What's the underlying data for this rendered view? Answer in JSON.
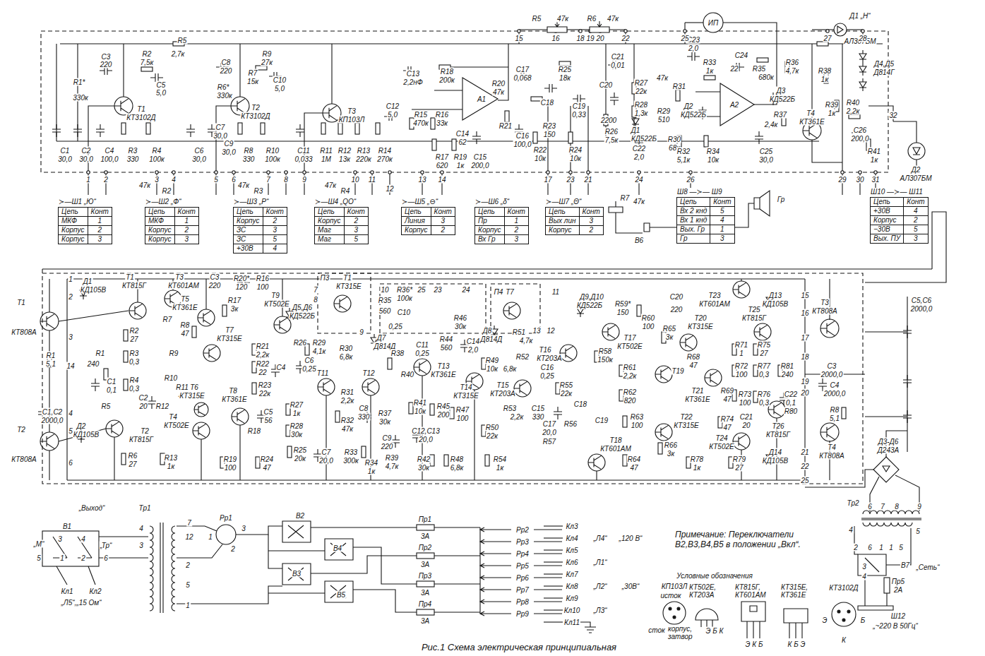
{
  "diagram": {
    "caption": "Рис.1 Схема электрическая принципиальная",
    "nodes": [
      {
        "text": [
          "≻—Ш1 „Ю“",
          "Цепь",
          "Конт",
          "МКФ",
          "1",
          "Корпус",
          "2",
          "Корпус",
          "3"
        ]
      },
      {
        "text": [
          "≻—Ш2 „Ф“",
          "Цепь",
          "Конт",
          "МКФ",
          "1",
          "Корпус",
          "2",
          "Корпус",
          "3"
        ]
      },
      {
        "text": [
          "≻—Ш3 „Р“",
          "Цепь",
          "Конт",
          "Корпус",
          "2",
          "ЗС",
          "3",
          "ЗС",
          "5",
          "+30В",
          "4"
        ]
      },
      {
        "text": [
          "≻—Ш4 „QO“",
          "Цепь",
          "Конт",
          "Корпус",
          "2",
          "Маг",
          "3",
          "Маг",
          "5"
        ]
      },
      {
        "text": [
          "≻—Ш5 „⊖“",
          "Цепь",
          "Конт",
          "Линия",
          "3",
          "Корпус",
          "2"
        ]
      },
      {
        "text": [
          "≻—Ш6 „δ“",
          "Цепь",
          "Конт",
          "Пр",
          "1",
          "Корпус",
          "2",
          "Вх Гр",
          "3"
        ]
      },
      {
        "text": [
          "≻—Ш7 „Θ“",
          "Цепь",
          "Конт",
          "Вых лин",
          "3",
          "Корпус",
          "2"
        ]
      },
      {
        "text": [
          "Ш8 —≻— Ш9",
          "Цепь",
          "Конт",
          "Вх 2 кнд",
          "5",
          "Вх 1 кнд",
          "4",
          "Вых. Гр",
          "1",
          "Гр",
          "3"
        ]
      },
      {
        "text": [
          "Ш10 —≻— Ш11",
          "Цепь",
          "Конт",
          "+30В",
          "4",
          "Корпус",
          "2",
          "−30В",
          "5",
          "Вых. ПУ",
          "3"
        ]
      }
    ],
    "labels": [
      "C3",
      "220",
      "R2",
      "7,5к",
      "R5",
      "2,7к",
      "R1*",
      "330к",
      "C5",
      "5,0",
      "T1",
      "КТ3102Д",
      "C1",
      "30,0",
      "C2",
      "30,0",
      "C4",
      "100,0",
      "R3",
      "330",
      "R4",
      "100к",
      "C8",
      "220",
      "R9",
      "27к",
      "R7",
      "15к",
      "C10",
      "5,0",
      "R6*",
      "330к",
      "T2",
      "КТ3102Д",
      "C7",
      "30,0",
      "C6",
      "30,0",
      "C9",
      "30,0",
      "R8",
      "330",
      "R10",
      "100к",
      "C11",
      "0,033",
      "R11",
      "1М",
      "R12",
      "13к",
      "R13",
      "220к",
      "R14",
      "270к",
      "T3",
      "КП103Л",
      "C12",
      "5,0",
      "C13",
      "2,2нФ",
      "R18",
      "200к",
      "A1",
      "R15",
      "470к",
      "R16",
      "33к",
      "C14",
      "62",
      "R17",
      "620",
      "R19",
      "1к",
      "C15",
      "200,0",
      "R20",
      "47к",
      "C17",
      "0,068",
      "R25",
      "18к",
      "C18",
      "C19",
      "0,33",
      "R21",
      "R23",
      "150",
      "C16",
      "100,0",
      "R22",
      "10к",
      "R24",
      "10к",
      "R5",
      "47к",
      "R6",
      "47к",
      "ИП",
      "C20",
      "2200",
      "C21",
      "0,01",
      "R26",
      "7,5к",
      "R27",
      "22к",
      "R28",
      "1,3к",
      "R29",
      "510",
      "Д1",
      "КД522Б",
      "C22",
      "2,0",
      "R30",
      "68к",
      "R31",
      "47к",
      "C23",
      "2,0",
      "R33",
      "1к",
      "C24",
      "22",
      "R35",
      "680к",
      "Д2",
      "КД522Б",
      "A2",
      "R36",
      "4,7к",
      "Д3",
      "КД522Б",
      "R37",
      "2,4к",
      "T4",
      "КТ361Е",
      "R32",
      "5,1к",
      "R34",
      "10к",
      "C25",
      "30,0",
      "R38",
      "1к",
      "R39",
      "1к",
      "R40",
      "2,2к",
      "C26",
      "200,0",
      "R41",
      "1к",
      "Д1 „Н“",
      "АЛ307БМ",
      "Д4,Д5",
      "Д814Г",
      "Д2",
      "АЛ307БМ",
      "15",
      "16",
      "18",
      "19",
      "20",
      "22",
      "25",
      "27",
      "28",
      "1",
      "2",
      "3",
      "4",
      "5",
      "6",
      "7",
      "8",
      "9",
      "10",
      "11",
      "12",
      "13",
      "14",
      "17",
      "23",
      "21",
      "24",
      "26",
      "29",
      "30",
      "31",
      "32",
      "47к",
      "R2",
      "47к",
      "R3",
      "47к",
      "R4",
      "R7",
      "47к",
      "Гр",
      "В6",
      "T1",
      "КТ808А",
      "T2",
      "КТ808А",
      "R1",
      "5,1",
      "C1,C2",
      "2000,0",
      "Д1",
      "КД105В",
      "T1",
      "КТ815Г",
      "T3",
      "КТ601АМ",
      "C3",
      "220",
      "R20*",
      "120",
      "R16",
      "100",
      "T5",
      "КТ361Е",
      "R7",
      "R8",
      "47",
      "R17",
      "3к",
      "T9",
      "КТ502Е",
      "Д5,Д6",
      "КД522Б",
      "T7",
      "КТ315Е",
      "R1",
      "240",
      "R2",
      "27",
      "R3",
      "0,3",
      "R4",
      "0,3",
      "C1",
      "0,1",
      "R5",
      "C2",
      "20",
      "R10",
      "R11",
      "47",
      "R9",
      "R12",
      "R21",
      "2,2к",
      "R22",
      "22",
      "R23",
      "22к",
      "R26",
      "C4",
      "C5",
      "56",
      "T8",
      "КТ361Е",
      "T6",
      "КТ315Е",
      "T4",
      "КТ502Е",
      "R18",
      "R19",
      "100",
      "T2",
      "КТ815Г",
      "Д2",
      "КД105В",
      "R6",
      "27",
      "R13",
      "1к",
      "R24",
      "47",
      "1",
      "2",
      "3",
      "4",
      "5",
      "6",
      "14",
      "П3",
      "T1",
      "КТ315Е",
      "7",
      "8",
      "9",
      "R29",
      "4,1к",
      "R30",
      "6,8к",
      "Д7",
      "Д814Д",
      "C6",
      "0,25",
      "T11",
      "T12",
      "R31",
      "2,2к",
      "R32",
      "47к",
      "R27",
      "1к",
      "R28",
      "30к",
      "R25",
      "20к",
      "C7",
      "20,0",
      "R33",
      "300к",
      "C8",
      "330",
      "10",
      "R35",
      "560",
      "R36*",
      "100к",
      "C10",
      "0,25",
      "25",
      "24",
      "R44",
      "560",
      "R46",
      "30к",
      "T13",
      "КТ361Е",
      "T14",
      "КТ315Е",
      "C11",
      "0,25",
      "R38",
      "R40",
      "R41",
      "10к",
      "R45",
      "200",
      "R47",
      "100",
      "R37",
      "30к",
      "C9",
      "220",
      "R39",
      "4,7к",
      "R34",
      "1к",
      "C12,C13",
      "20,0",
      "R42",
      "30к",
      "R48",
      "6,8к",
      "C14",
      "2,0",
      "R49",
      "10к",
      "R50",
      "22к",
      "R54",
      "1к",
      "П4",
      "T7",
      "Д8",
      "Д814Д",
      "R51",
      "4,7к",
      "R52",
      "6,8к",
      "C16",
      "0,25",
      "T15",
      "КТ203А",
      "T16",
      "КТ203А",
      "R53",
      "2,2к",
      "C15",
      "330",
      "R55",
      "22к",
      "C18",
      "C17",
      "20,0",
      "R57",
      "R56",
      "Д9,Д10",
      "КД522Б",
      "R59*",
      "150",
      "R60",
      "100",
      "C20",
      "220",
      "T17",
      "КТ502Е",
      "R58",
      "150к",
      "R61",
      "2,2к",
      "R62",
      "820",
      "R65",
      "3к",
      "T20",
      "КТ315Е",
      "T23",
      "КТ601АМ",
      "T25",
      "КТ815Г",
      "Д13",
      "КД105В",
      "T3",
      "КТ808А",
      "R68",
      "47",
      "T19",
      "R71",
      "1",
      "R72",
      "100",
      "R75",
      "27",
      "R77",
      "0,3",
      "R81",
      "240",
      "C3",
      "2000,0",
      "C4",
      "2000,0",
      "C22",
      "0,1",
      "R80",
      "R8",
      "5,1",
      "T21",
      "КТ361Е",
      "T22",
      "КТ315Е",
      "R69",
      "47",
      "R73",
      "100",
      "R76",
      "0,3",
      "R74",
      "47",
      "C21",
      "20",
      "T24",
      "КТ502Е",
      "T26",
      "КТ815Г",
      "Д14",
      "КД105В",
      "T4",
      "КТ808А",
      "T18",
      "КТ601АМ",
      "R63",
      "100",
      "C19",
      "R64",
      "47",
      "R66",
      "3к",
      "R78",
      "1к",
      "R79",
      "27",
      "15",
      "16",
      "17",
      "18",
      "19",
      "20",
      "21",
      "22",
      "25",
      "11",
      "12",
      "13",
      "23",
      "C5,C6",
      "2000,0",
      "Д3-Д6",
      "Д243А",
      "Tp2",
      "6",
      "7",
      "8",
      "9",
      "4",
      "5",
      "2",
      "6",
      "1",
      "1",
      "5",
      "3",
      "4",
      "В7",
      "„Сеть“",
      "Пр5",
      "2А",
      "Ш12",
      "„~220 В 50Гц“",
      "„Выход“",
      "В1",
      "„М“",
      "„Тр“",
      "3",
      "4",
      "5",
      "1",
      "2",
      "6",
      "Кл1",
      "Кл2",
      "„Л5“,„15 Ом“",
      "Tp1",
      "4",
      "3",
      "7",
      "12",
      "2",
      "5",
      "1",
      "Рр1",
      "1",
      "2",
      "3",
      "В2",
      "В3",
      "В4",
      "В5",
      "Пр1",
      "3А",
      "Пр2",
      "3А",
      "Пр3",
      "3А",
      "Пр4",
      "3А",
      "Рр2",
      "Рр3",
      "Рр4",
      "Рр5",
      "Рр6",
      "Рр7",
      "Рр8",
      "Рр9",
      "Кл3",
      "Кл4",
      "Кл5",
      "Кл6",
      "Кл7",
      "Кл8",
      "Кл9",
      "Кл10",
      "Кл11",
      "„Л4“",
      "„120 В“",
      "„Л1“",
      "„Л2“",
      "„30В“",
      "„Л3“",
      "Примечание: Переключатели В2,В3,В4,В5 в положении „Вкл“.",
      "Условные обозначения",
      "КП103Л",
      "исток",
      "сток",
      "корпус, затвор",
      "КТ502Е, КТ203А",
      "Э Б К",
      "КТ815Г, КТ601АМ",
      "Э К Б",
      "КТ315Е, КТ361Е",
      "К Б Э",
      "КТ3102Д",
      "Б",
      "Э",
      "К"
    ]
  }
}
